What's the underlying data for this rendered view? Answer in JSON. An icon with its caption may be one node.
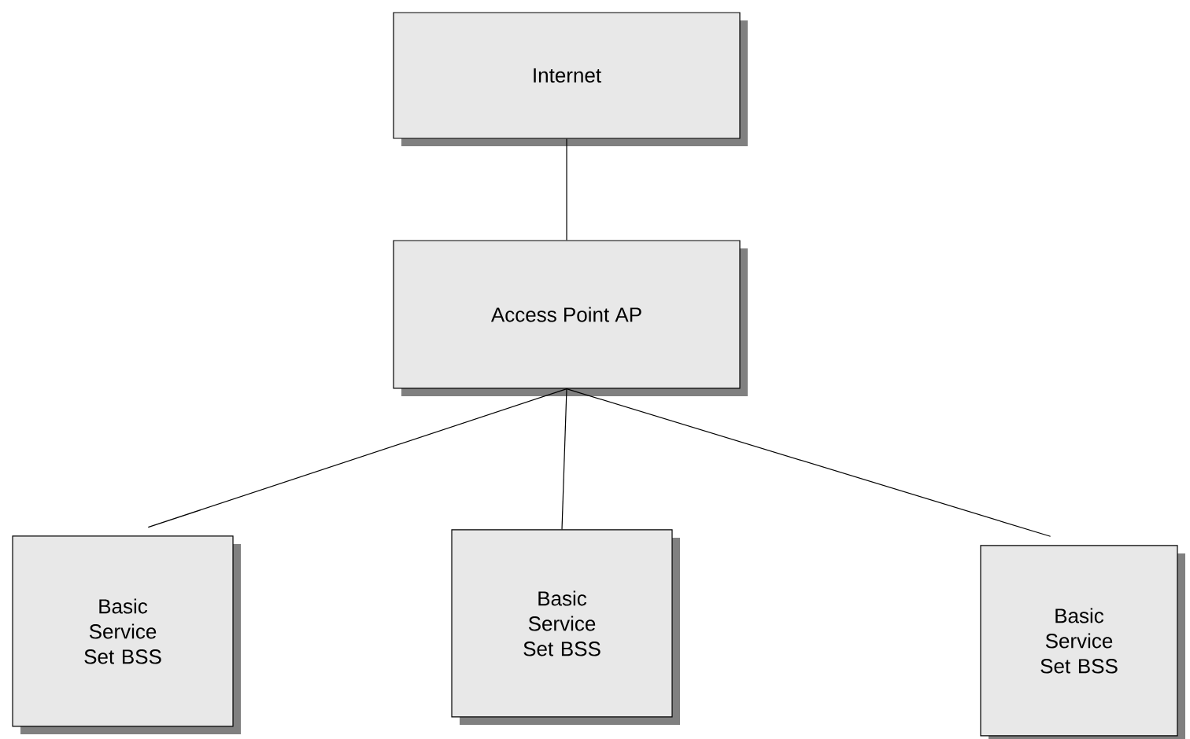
{
  "diagram": {
    "nodes": [
      {
        "text": [
          "Internet"
        ]
      },
      {
        "text": [
          "Access Point AP"
        ]
      },
      {
        "text": [
          "Basic Service Set BSS"
        ]
      },
      {
        "text": [
          "Basic Service Set BSS"
        ]
      },
      {
        "text": [
          "Basic Service Set BSS"
        ]
      }
    ],
    "edges": [
      {
        "from": 0,
        "to": 1,
        "arrow": "none"
      },
      {
        "from": 1,
        "to": 2,
        "arrow": "none"
      },
      {
        "from": 1,
        "to": 3,
        "arrow": "none"
      },
      {
        "from": 1,
        "to": 4,
        "arrow": "none"
      }
    ]
  }
}
